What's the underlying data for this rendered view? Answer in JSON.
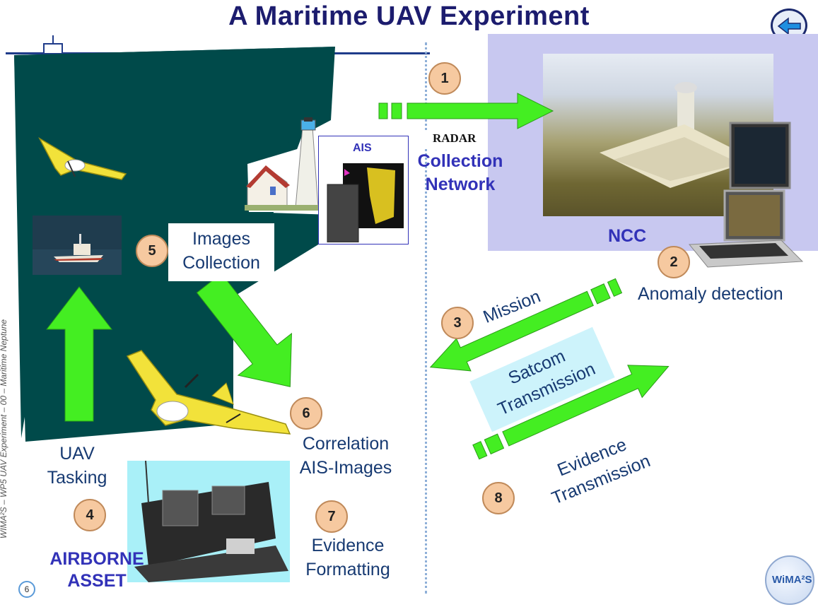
{
  "title": "A Maritime UAV Experiment",
  "steps": {
    "s1": "1",
    "s2": "2",
    "s3": "3",
    "s4": "4",
    "s5": "5",
    "s6": "6",
    "s7": "7",
    "s8": "8"
  },
  "labels": {
    "radar": "RADAR",
    "collection_network_1": "Collection",
    "collection_network_2": "Network",
    "ais": "AIS",
    "ncc": "NCC",
    "anomaly_detection": "Anomaly detection",
    "mission": "Mission",
    "satcom_1": "Satcom",
    "satcom_2": "Transmission",
    "evidence_tx_1": "Evidence",
    "evidence_tx_2": "Transmission",
    "images_collection_1": "Images",
    "images_collection_2": "Collection",
    "correlation_1": "Correlation",
    "correlation_2": "AIS-Images",
    "evidence_fmt_1": "Evidence",
    "evidence_fmt_2": "Formatting",
    "uav_tasking_1": "UAV",
    "uav_tasking_2": "Tasking",
    "airborne_1": "AIRBORNE",
    "airborne_2": "ASSET"
  },
  "footer": {
    "slide_number": "6",
    "side_text": "WIMA²S – WP5 UAV Experiment – 00 – Maritime Neptune",
    "logo_text": "WiMA²S"
  },
  "colors": {
    "title": "#1c1c6e",
    "arrow": "#44ee22",
    "sea": "#004a4a",
    "ncc_panel": "#c8c8f0",
    "label_text": "#173a72",
    "accent_blue": "#3232b8"
  }
}
